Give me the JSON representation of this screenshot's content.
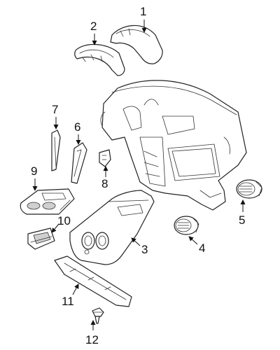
{
  "labels": {
    "p1": "1",
    "p2": "2",
    "p3": "3",
    "p4": "4",
    "p5": "5",
    "p6": "6",
    "p7": "7",
    "p8": "8",
    "p9": "9",
    "p10": "10",
    "p11": "11",
    "p12": "12"
  }
}
